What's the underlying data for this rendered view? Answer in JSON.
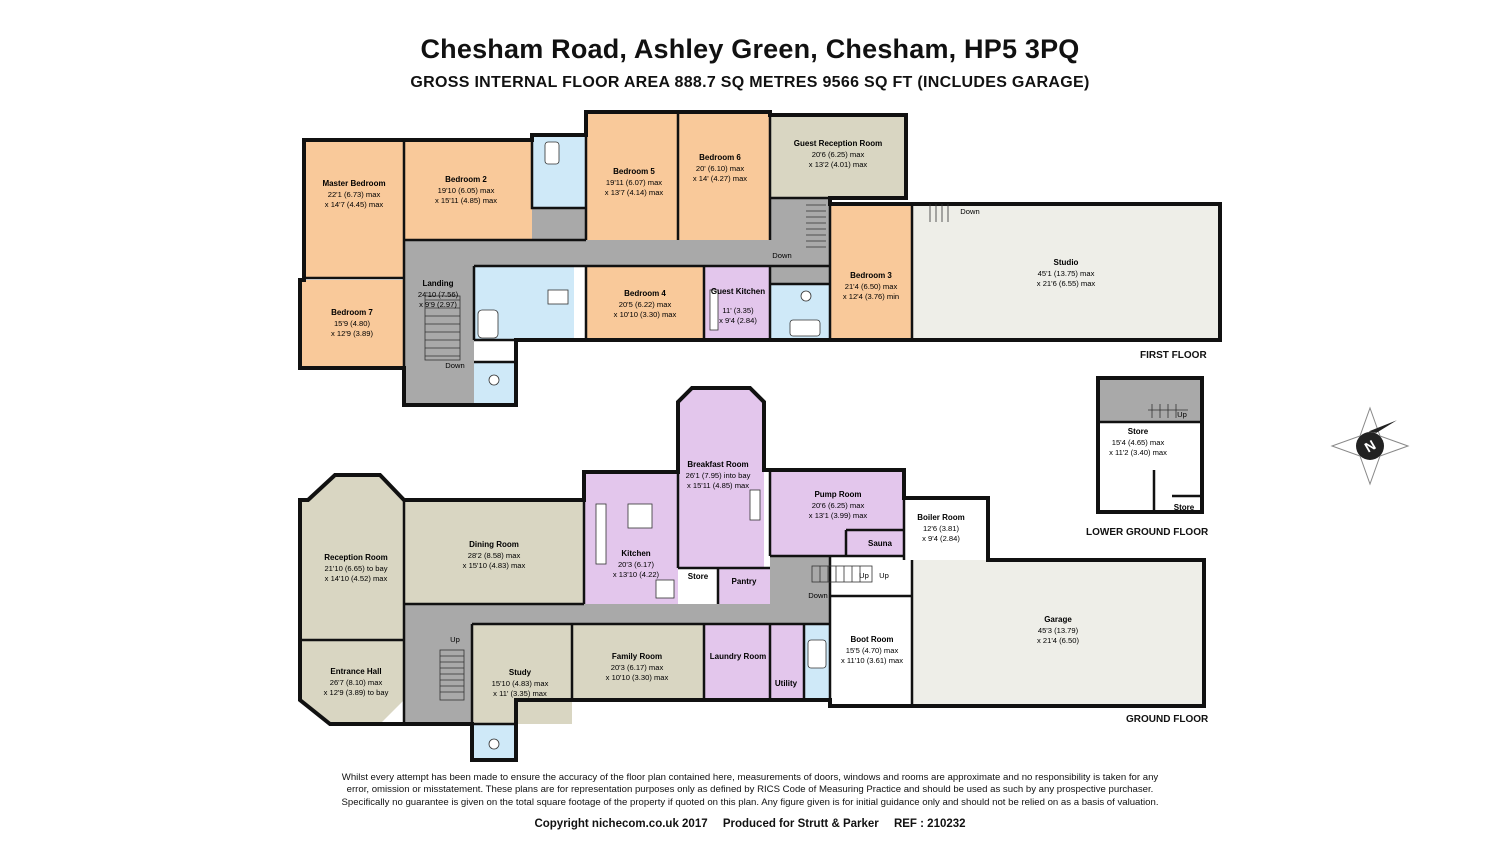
{
  "header": {
    "title": "Chesham Road, Ashley Green, Chesham, HP5 3PQ",
    "subtitle": "GROSS INTERNAL FLOOR AREA 888.7 SQ METRES 9566 SQ FT (INCLUDES GARAGE)"
  },
  "colors": {
    "bedroom": "#f9c99a",
    "reception": "#d9d6c2",
    "kitchen": "#e3c6ec",
    "bathroom": "#cfe9f8",
    "circulation": "#a9a9a9",
    "studio": "#eeeee8",
    "store": "#d5d5d5",
    "wall": "#111111"
  },
  "floors": {
    "first": {
      "label": "FIRST FLOOR",
      "rooms": {
        "master_bedroom": {
          "name": "Master Bedroom",
          "dim1": "22'1 (6.73) max",
          "dim2": "x 14'7 (4.45) max"
        },
        "bedroom2": {
          "name": "Bedroom 2",
          "dim1": "19'10 (6.05) max",
          "dim2": "x 15'11 (4.85) max"
        },
        "bedroom5": {
          "name": "Bedroom 5",
          "dim1": "19'11 (6.07) max",
          "dim2": "x 13'7 (4.14) max"
        },
        "bedroom6": {
          "name": "Bedroom 6",
          "dim1": "20' (6.10) max",
          "dim2": "x 14' (4.27) max"
        },
        "guest_reception": {
          "name": "Guest Reception Room",
          "dim1": "20'6 (6.25) max",
          "dim2": "x 13'2 (4.01) max"
        },
        "bedroom3": {
          "name": "Bedroom 3",
          "dim1": "21'4 (6.50) max",
          "dim2": "x 12'4 (3.76) min"
        },
        "bedroom4": {
          "name": "Bedroom 4",
          "dim1": "20'5 (6.22) max",
          "dim2": "x 10'10 (3.30) max"
        },
        "guest_kitchen": {
          "name": "Guest Kitchen",
          "dim1": "11' (3.35)",
          "dim2": "x 9'4 (2.84)"
        },
        "landing": {
          "name": "Landing",
          "dim1": "24'10 (7.56)",
          "dim2": "x 9'9 (2.97)"
        },
        "bedroom7": {
          "name": "Bedroom 7",
          "dim1": "15'9 (4.80)",
          "dim2": "x 12'9 (3.89)"
        },
        "studio": {
          "name": "Studio",
          "dim1": "45'1 (13.75) max",
          "dim2": "x 21'6 (6.55) max"
        }
      },
      "stair_labels": [
        "Down",
        "Down",
        "Down"
      ]
    },
    "ground": {
      "label": "GROUND FLOOR",
      "rooms": {
        "reception": {
          "name": "Reception Room",
          "dim1": "21'10 (6.65) to bay",
          "dim2": "x 14'10 (4.52) max"
        },
        "dining": {
          "name": "Dining Room",
          "dim1": "28'2 (8.58) max",
          "dim2": "x 15'10 (4.83) max"
        },
        "kitchen": {
          "name": "Kitchen",
          "dim1": "20'3 (6.17)",
          "dim2": "x 13'10 (4.22)"
        },
        "breakfast": {
          "name": "Breakfast Room",
          "dim1": "26'1 (7.95) into bay",
          "dim2": "x 15'11 (4.85) max"
        },
        "store": {
          "name": "Store"
        },
        "pantry": {
          "name": "Pantry"
        },
        "pump": {
          "name": "Pump Room",
          "dim1": "20'6 (6.25) max",
          "dim2": "x 13'1 (3.99) max"
        },
        "sauna": {
          "name": "Sauna"
        },
        "boiler": {
          "name": "Boiler Room",
          "dim1": "12'6 (3.81)",
          "dim2": "x 9'4 (2.84)"
        },
        "entrance": {
          "name": "Entrance Hall",
          "dim1": "26'7 (8.10) max",
          "dim2": "x 12'9 (3.89) to bay"
        },
        "study": {
          "name": "Study",
          "dim1": "15'10 (4.83) max",
          "dim2": "x 11' (3.35) max"
        },
        "family": {
          "name": "Family Room",
          "dim1": "20'3 (6.17) max",
          "dim2": "x 10'10 (3.30) max"
        },
        "laundry": {
          "name": "Laundry Room"
        },
        "utility": {
          "name": "Utility"
        },
        "boot": {
          "name": "Boot Room",
          "dim1": "15'5 (4.70) max",
          "dim2": "x 11'10 (3.61) max"
        },
        "garage": {
          "name": "Garage",
          "dim1": "45'3 (13.79)",
          "dim2": "x 21'4 (6.50)"
        }
      },
      "stair_labels": [
        "Up",
        "Up",
        "Up",
        "Down"
      ]
    },
    "lower": {
      "label": "LOWER GROUND FLOOR",
      "rooms": {
        "store": {
          "name": "Store",
          "dim1": "15'4 (4.65) max",
          "dim2": "x 11'2 (3.40) max"
        },
        "store_small": {
          "name": "Store"
        }
      },
      "stair_label": "Up"
    }
  },
  "compass": {
    "label": "N"
  },
  "footer": {
    "disclaimer": [
      "Whilst every attempt has been made to ensure the accuracy of the floor plan contained here, measurements of doors, windows and rooms are approximate and no responsibility is taken for any",
      "error, omission or misstatement. These plans are for representation purposes only as defined by RICS Code of Measuring Practice and should be used as such by any prospective purchaser.",
      "Specifically no guarantee is given on the total square footage of the property if quoted on this plan. Any figure given is for initial guidance only and should not be relied on as a basis of valuation."
    ],
    "copyright": "Copyright nichecom.co.uk 2017",
    "produced": "Produced for Strutt & Parker",
    "ref": "REF : 210232"
  }
}
